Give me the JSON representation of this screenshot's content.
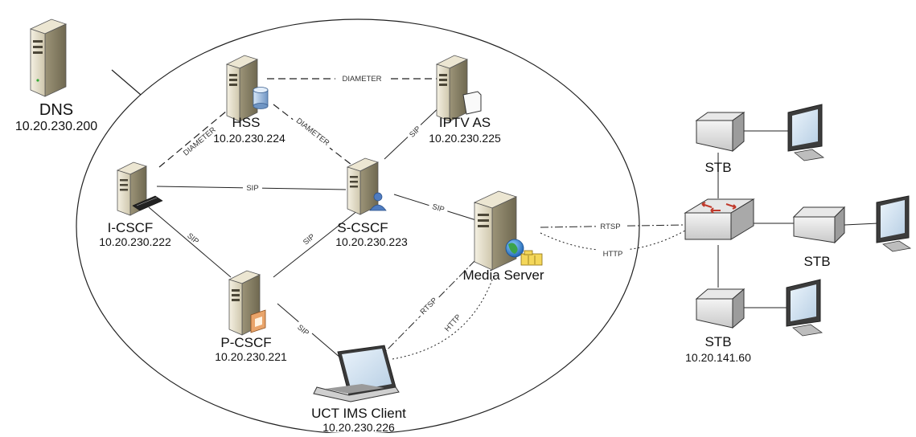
{
  "nodes": {
    "dns": {
      "name": "DNS",
      "address": "10.20.230.200"
    },
    "hss": {
      "name": "HSS",
      "address": "10.20.230.224"
    },
    "iptv_as": {
      "name": "IPTV AS",
      "address": "10.20.230.225"
    },
    "icscf": {
      "name": "I-CSCF",
      "address": "10.20.230.222"
    },
    "scscf": {
      "name": "S-CSCF",
      "address": "10.20.230.223"
    },
    "media_server": {
      "name": "Media Server"
    },
    "pcscf": {
      "name": "P-CSCF",
      "address": "10.20.230.221"
    },
    "ims_client": {
      "name": "UCT IMS Client",
      "address": "10.20.230.226"
    },
    "stb_top": {
      "name": "STB"
    },
    "stb_right": {
      "name": "STB"
    },
    "stb_bottom": {
      "name": "STB",
      "address": "10.20.141.60"
    }
  },
  "edge_labels": {
    "hss_iptv": "DIAMETER",
    "icscf_hss": "DIAMETER",
    "hss_scscf": "DIAMETER",
    "scscf_iptv": "SIP",
    "icscf_scscf": "SIP",
    "scscf_media": "SIP",
    "icscf_pcscf": "SIP",
    "pcscf_scscf": "SIP",
    "pcscf_client": "SIP",
    "client_media_rtsp": "RTSP",
    "client_media_http": "HTTP",
    "media_switch_rtsp": "RTSP",
    "media_switch_http": "HTTP"
  }
}
